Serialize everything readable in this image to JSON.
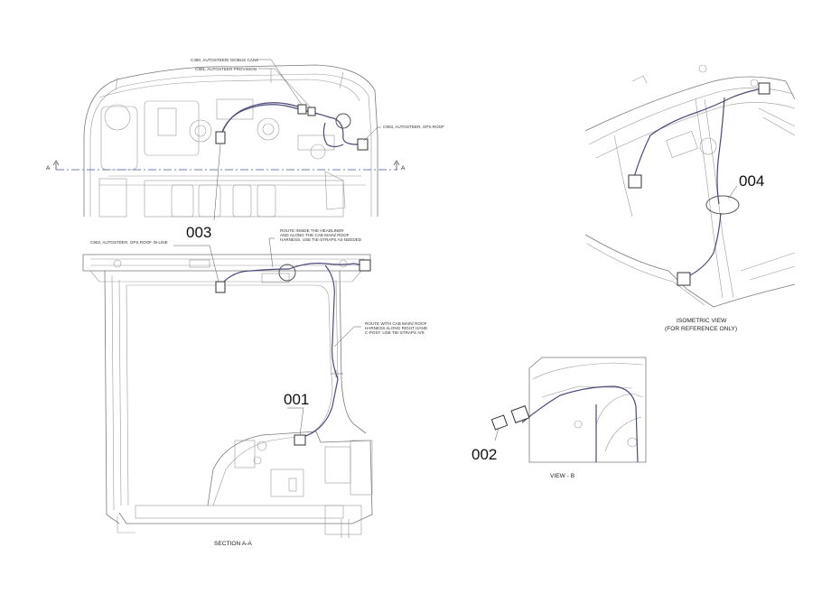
{
  "labels": {
    "c490": "C490, AUTOSTEER/ ISOBUS CAN4",
    "c901": "C901, AUTOSTEER PROVISION",
    "c903_top": "C903, AUTOSTEER, GPS ROOF",
    "c903_inline": "C903, AUTOSTEER, GPS ROOF IN-LINE",
    "route_headliner": [
      "ROUTE INSIDE THE HEADLINER",
      "AND ALONG THE CAB MAIN/ ROOF",
      "HARNESS. USE TIE-STRAPS AS NEEDED"
    ],
    "route_cpost": [
      "ROUTE WITH CAB MAIN/ ROOF",
      "HARNESS ALONG RIGHT HAND",
      "C-POST. USE TIE-STRAPS A/R"
    ],
    "section_a_left": "A",
    "section_a_right": "A"
  },
  "callouts": {
    "n001": "001",
    "n002": "002",
    "n003": "003",
    "n004": "004"
  },
  "views": {
    "section": "SECTION A-A",
    "isometric_line1": "ISOMETRIC VIEW",
    "isometric_line2": "(FOR REFERENCE ONLY)",
    "view_b": "VIEW - B"
  },
  "colors": {
    "harness": "#4a4a7a",
    "line": "#7a7a7a",
    "section_line": "#4a5a9a"
  }
}
